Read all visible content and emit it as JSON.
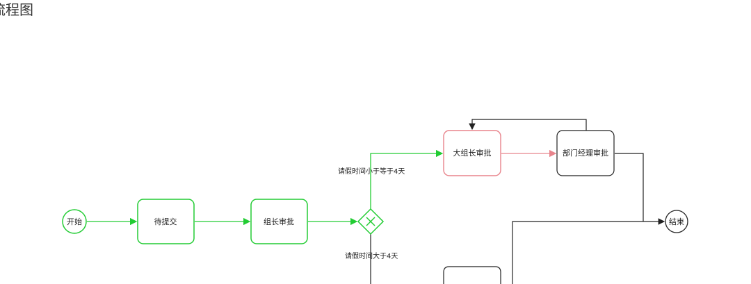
{
  "page": {
    "title": "流程图"
  },
  "diagram": {
    "colors": {
      "active": "#22cc33",
      "rejected": "#e8848c",
      "default": "#222222"
    },
    "nodes": {
      "start": "开始",
      "pending_submit": "待提交",
      "team_lead_approval": "组长审批",
      "senior_lead_approval": "大组长审批",
      "dept_manager_approval": "部门经理审批",
      "end": "结束"
    },
    "edges": {
      "leave_le_4_days": "请假时间小于等于4天",
      "leave_gt_4_days": "请假时间大于4天"
    }
  }
}
